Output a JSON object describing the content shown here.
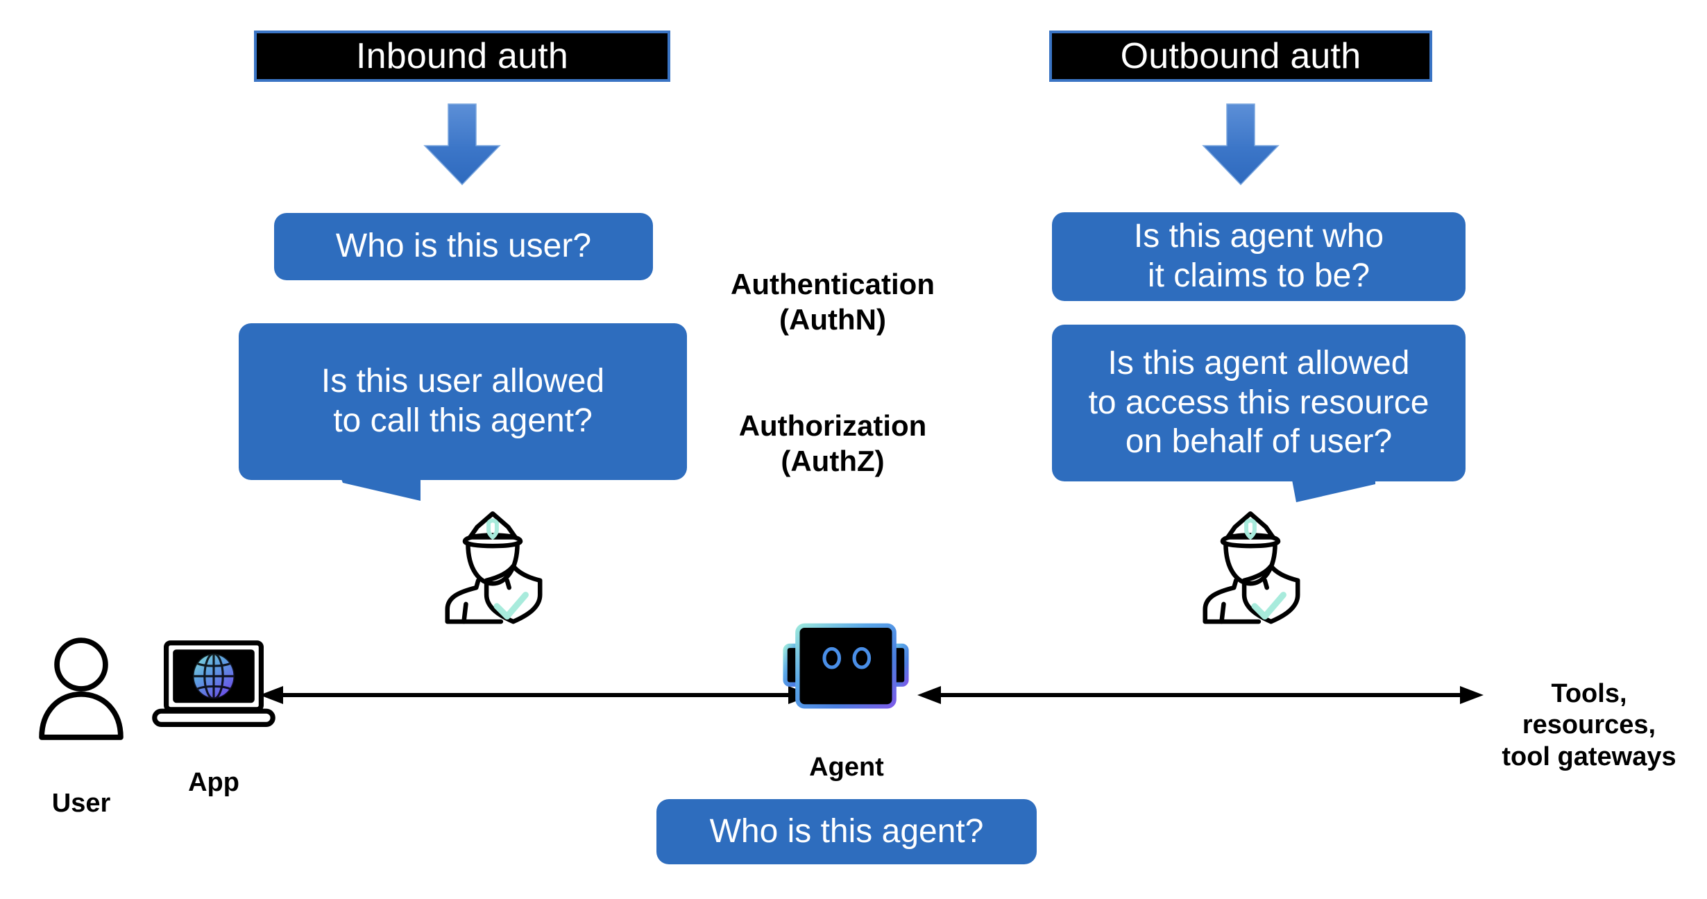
{
  "diagram": {
    "title_hidden": "Agentic AI inbound and outbound authentication",
    "background_color": "#ffffff",
    "accent_blue": "#2E6DBE",
    "arrow_blue_light": "#5B8FD6",
    "arrow_blue_dark": "#2C6BBE",
    "teal": "#A8EBDC",
    "black": "#000000"
  },
  "headers": [
    {
      "id": "inbound",
      "label": "Inbound auth"
    },
    {
      "id": "outbound",
      "label": "Outbound auth"
    }
  ],
  "down_arrows": [
    {
      "id": "inbound-down-arrow",
      "name": "inbound-flow-arrow"
    },
    {
      "id": "outbound-down-arrow",
      "name": "outbound-flow-arrow"
    }
  ],
  "center_labels": [
    {
      "id": "authn",
      "text": "Authentication\n(AuthN)"
    },
    {
      "id": "authz",
      "text": "Authorization\n(AuthZ)"
    }
  ],
  "bubbles": {
    "inbound_authn": {
      "text": "Who is this user?"
    },
    "inbound_authz": {
      "text": "Is this user allowed\nto call this agent?"
    },
    "outbound_authn": {
      "text": "Is this agent who\nit claims to be?"
    },
    "outbound_authz": {
      "text": "Is this agent allowed\nto access this resource\non behalf of user?"
    },
    "agent_identity": {
      "text": "Who is this agent?"
    }
  },
  "guards": [
    {
      "id": "inbound-guard",
      "name": "security-guard-icon"
    },
    {
      "id": "outbound-guard",
      "name": "security-guard-icon"
    }
  ],
  "flow": {
    "nodes": [
      {
        "id": "user",
        "caption": "User",
        "icon": "user-icon"
      },
      {
        "id": "app",
        "caption": "App",
        "icon": "laptop-globe-icon"
      },
      {
        "id": "agent",
        "caption": "Agent",
        "icon": "robot-icon"
      },
      {
        "id": "tools",
        "caption": "Tools,\nresources,\ntool gateways",
        "icon": "none"
      }
    ],
    "connectors": [
      {
        "id": "app-agent",
        "from": "app",
        "to": "agent",
        "style": "double-headed"
      },
      {
        "id": "agent-tools",
        "from": "agent",
        "to": "tools",
        "style": "double-headed"
      }
    ]
  }
}
